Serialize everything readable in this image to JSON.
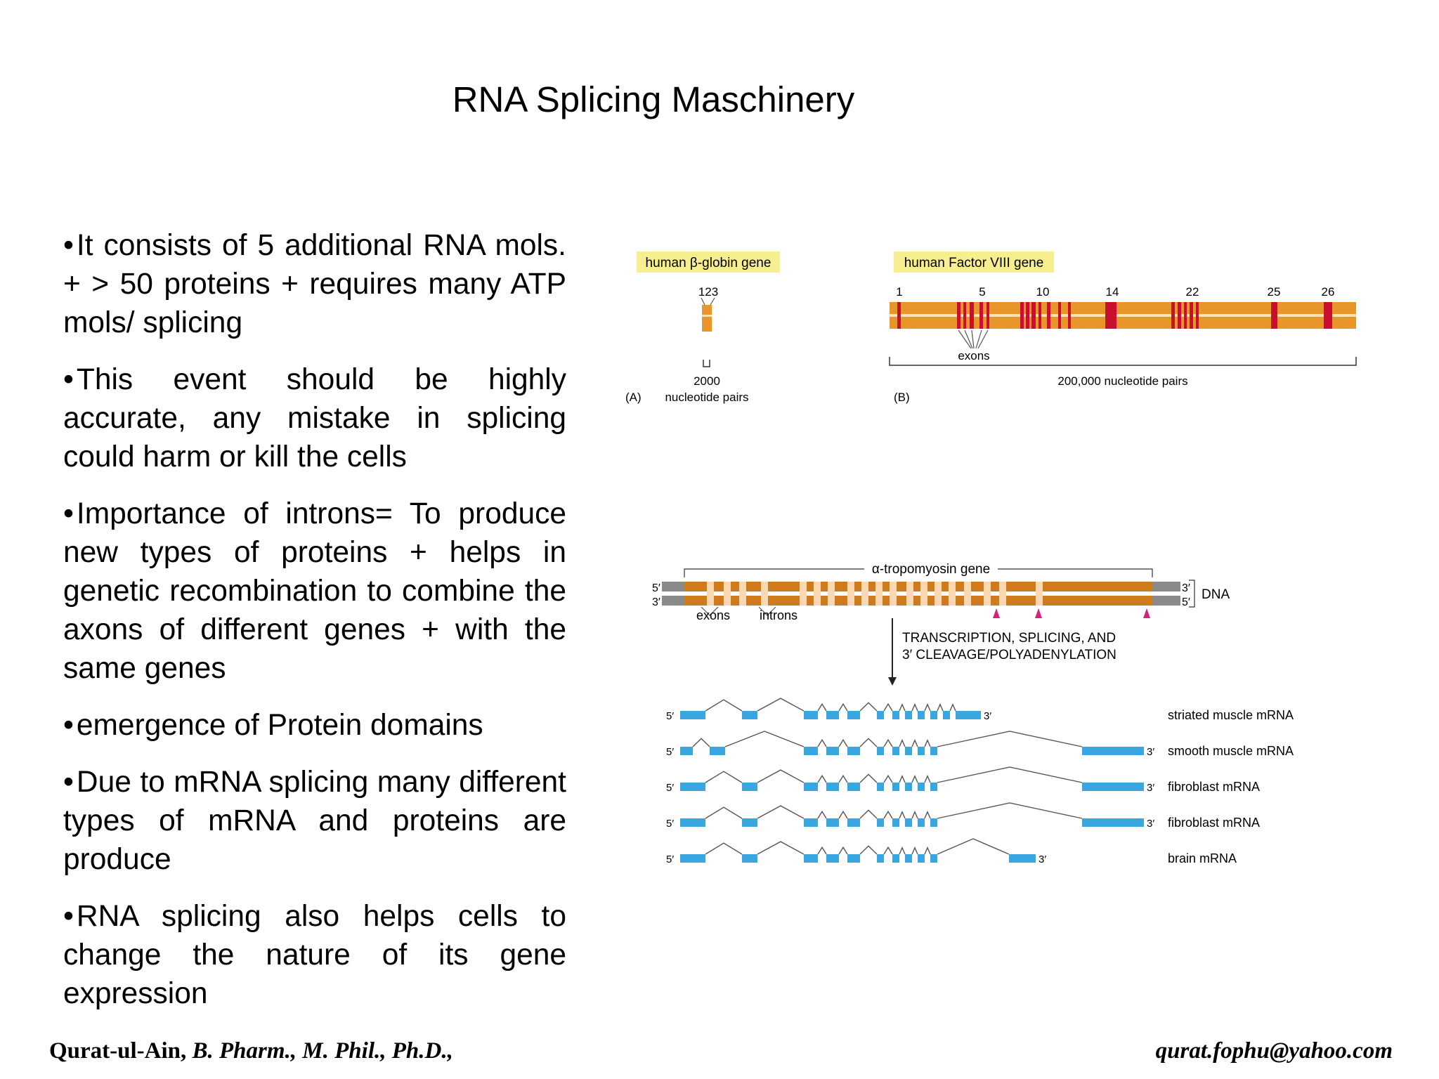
{
  "title": "RNA Splicing Maschinery",
  "bullets": [
    "It consists of 5 additional RNA mols. + > 50 proteins + requires many ATP mols/ splicing",
    "This event should be highly accurate, any mistake in splicing could harm or kill the cells",
    "Importance of introns= To produce new types of proteins + helps in genetic recombination to combine the axons of different genes + with the same genes",
    "emergence of Protein domains",
    "Due to mRNA splicing many different types of mRNA and proteins are produce",
    "RNA splicing also helps cells to change the nature of its gene expression"
  ],
  "footer": {
    "author": "Qurat-ul-Ain,",
    "credentials": "B. Pharm., M. Phil., Ph.D.,",
    "email": "qurat.fophu@yahoo.com"
  },
  "figure_a": {
    "label": "human β-globin gene",
    "exon_numbers": "123",
    "scale_value": "2000",
    "scale_unit": "nucleotide pairs",
    "panel": "(A)"
  },
  "figure_b": {
    "label": "human Factor VIII gene",
    "exon_numbers": [
      "1",
      "5",
      "10",
      "14",
      "22",
      "25",
      "26"
    ],
    "exons_label": "exons",
    "scale_text": "200,000 nucleotide pairs",
    "panel": "(B)"
  },
  "tropomyosin": {
    "gene_label": "α-tropomyosin gene",
    "dna_label": "DNA",
    "prime5": "5′",
    "prime3": "3′",
    "exons_label": "exons",
    "introns_label": "introns",
    "process_line1": "TRANSCRIPTION, SPLICING, AND",
    "process_line2": "3′ CLEAVAGE/POLYADENYLATION",
    "mrnas": [
      "striated muscle mRNA",
      "smooth muscle mRNA",
      "fibroblast mRNA",
      "fibroblast mRNA",
      "brain mRNA"
    ]
  },
  "colors": {
    "gene_orange": "#e8962a",
    "exon_red": "#c8102e",
    "label_yellow": "#f7ee8f",
    "mrna_blue": "#3aa6e0",
    "dna_gray": "#8a8a8a",
    "arrowhead_magenta": "#d4237a"
  }
}
